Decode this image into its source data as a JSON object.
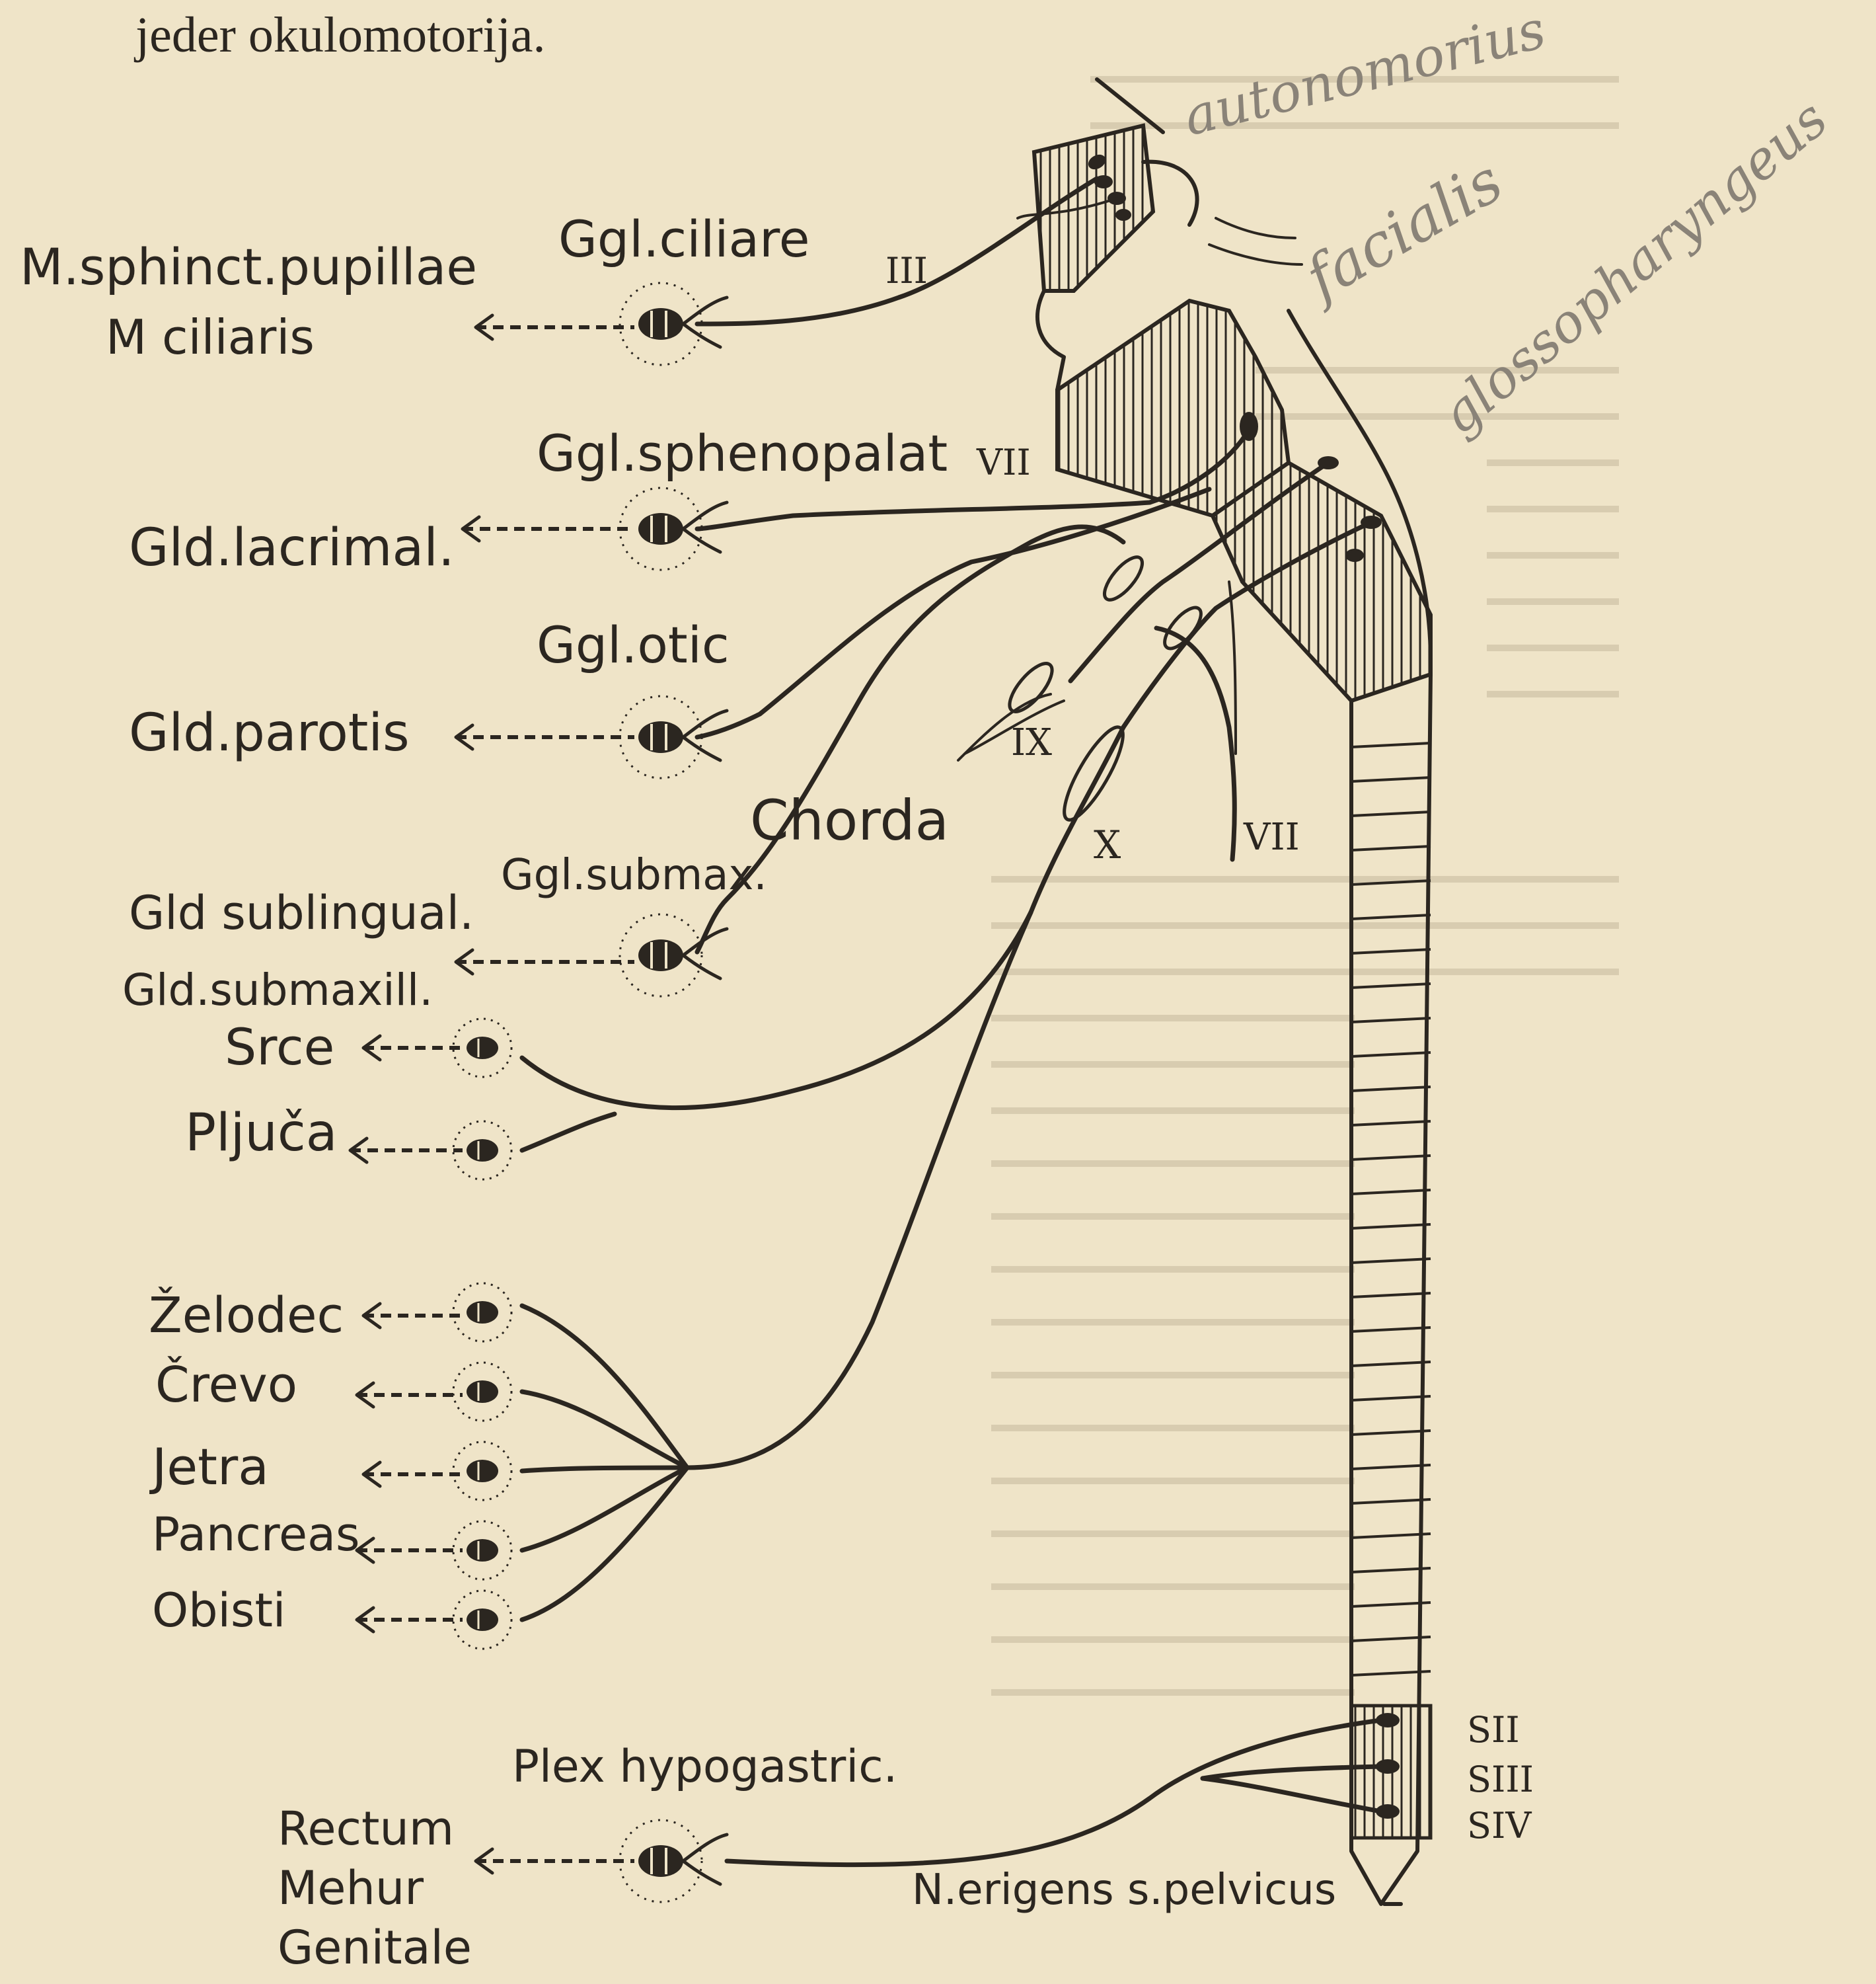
{
  "header_text": "jeder okulomotorija.",
  "pencil_notes": [
    "autonomorius",
    "facialis",
    "glossopharyngeus"
  ],
  "targets": [
    {
      "label": "M.sphinct.pupillae"
    },
    {
      "label": "M ciliaris"
    },
    {
      "label": "Gld.lacrimal."
    },
    {
      "label": "Gld.parotis"
    },
    {
      "label": "Gld sublingual."
    },
    {
      "label": "Gld.submaxill."
    },
    {
      "label": "Srce"
    },
    {
      "label": "Pljuča"
    },
    {
      "label": "Želodec"
    },
    {
      "label": "Črevo"
    },
    {
      "label": "Jetra"
    },
    {
      "label": "Pancreas"
    },
    {
      "label": "Obisti"
    },
    {
      "label": "Rectum"
    },
    {
      "label": "Mehur"
    },
    {
      "label": "Genitale"
    }
  ],
  "ganglia": [
    {
      "label": "Ggl.ciliare"
    },
    {
      "label": "Ggl.sphenopalat"
    },
    {
      "label": "Ggl.otic"
    },
    {
      "label": "Ggl.submax."
    },
    {
      "label": "Plex hypogastric."
    }
  ],
  "nerve_labels": {
    "chorda": "Chorda",
    "n_erigens": "N.erigens s.pelvicus"
  },
  "cranial_nerves": [
    "III",
    "VII",
    "IX",
    "X",
    "VII"
  ],
  "sacral_segments": [
    "SII",
    "SIII",
    "SIV"
  ],
  "colors": {
    "paper": "#efe4c8",
    "ink": "#2b2620",
    "pencil": "#8a8378"
  }
}
